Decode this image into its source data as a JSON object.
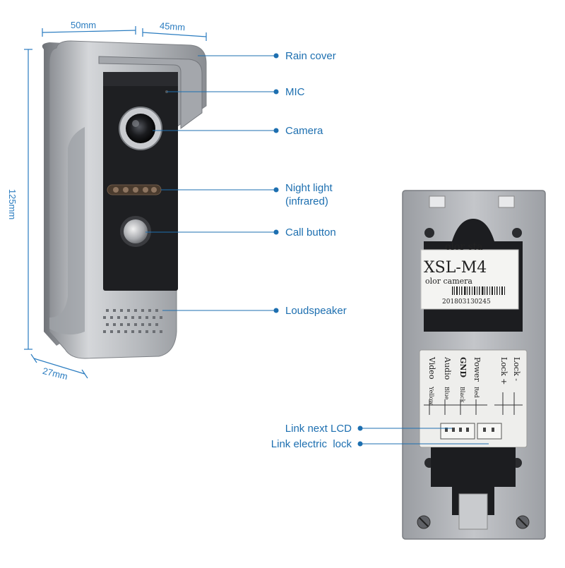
{
  "dimensions": {
    "width_top": "50mm",
    "depth_top": "45mm",
    "height": "125mm",
    "depth_bottom": "27mm"
  },
  "front_callouts": [
    {
      "id": "rain-cover",
      "lines": [
        "Rain cover"
      ]
    },
    {
      "id": "mic",
      "lines": [
        "MIC"
      ]
    },
    {
      "id": "camera",
      "lines": [
        "Camera"
      ]
    },
    {
      "id": "night-light",
      "lines": [
        "Night light",
        "(infrared)"
      ]
    },
    {
      "id": "call-button",
      "lines": [
        "Call button"
      ]
    },
    {
      "id": "loudspeaker",
      "lines": [
        "Loudspeaker"
      ]
    }
  ],
  "back_callouts": [
    {
      "id": "link-next-lcd",
      "lines": [
        "Link next LCD"
      ]
    },
    {
      "id": "link-electric-lock",
      "lines": [
        "Link electric  lock"
      ]
    }
  ],
  "back_label": {
    "top_text": "olor sta",
    "model": "XSL-M4",
    "subtitle": "olor camera",
    "serial": "201803130245"
  },
  "terminals": {
    "left": [
      {
        "name": "Power",
        "color": "Red"
      },
      {
        "name": "GND",
        "color": "Black"
      },
      {
        "name": "Audio",
        "color": "Blue"
      },
      {
        "name": "Video",
        "color": "Yellow"
      }
    ],
    "right": [
      {
        "name": "Lock -"
      },
      {
        "name": "Lock +"
      }
    ]
  },
  "colors": {
    "accent": "#1d6fb0",
    "dimension": "#2a7cc0",
    "housing": "#b9bcc1",
    "panel": "#1e1f22"
  }
}
